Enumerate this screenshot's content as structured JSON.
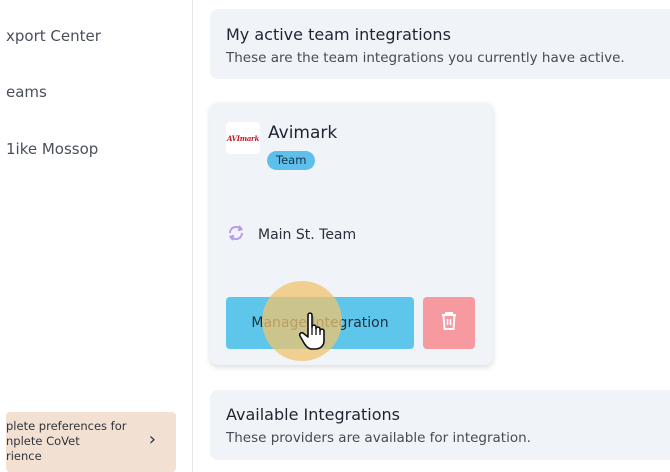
{
  "sidebar": {
    "items": [
      {
        "label": "xport Center"
      },
      {
        "label": "eams"
      },
      {
        "label": "1ike Mossop"
      }
    ],
    "preferences": {
      "line1": "plete preferences for",
      "line2": "nplete CoVet",
      "line3": "rience"
    }
  },
  "active_section": {
    "title": "My active team integrations",
    "subtitle": "These are the team integrations you currently have active."
  },
  "integration_card": {
    "logo_text": "AVImark",
    "name": "Avimark",
    "badge": "Team",
    "sync_team": "Main St. Team",
    "manage_label": "Manage Integration"
  },
  "available_section": {
    "title": "Available Integrations",
    "subtitle": "These providers are available for integration."
  },
  "colors": {
    "accent": "#5ec6ea",
    "delete": "#f79aa0",
    "badge": "#5ec0ea",
    "sync_icon": "#b79be8"
  }
}
